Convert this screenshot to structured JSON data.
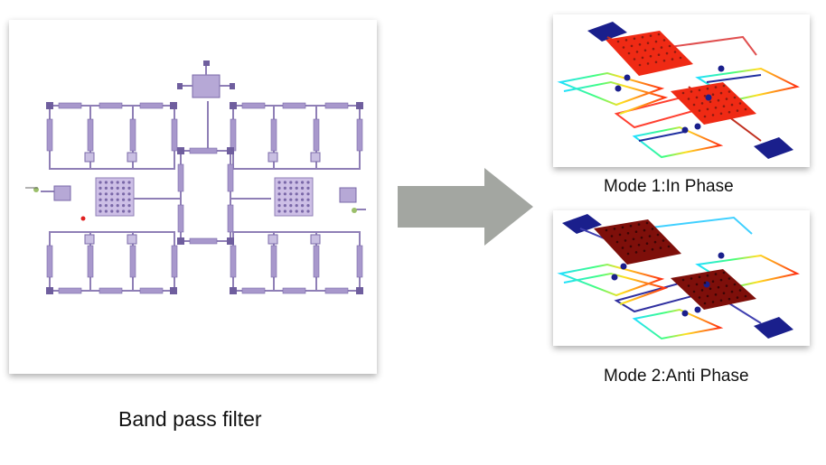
{
  "filter": {
    "caption": "Band pass filter"
  },
  "modes": [
    {
      "caption": "Mode 1:In Phase"
    },
    {
      "caption": "Mode 2:Anti Phase"
    }
  ],
  "colors": {
    "layout_purple": "#9b8cc0",
    "layout_pad": "#7a68a8",
    "arrow_gray": "#a3a6a1",
    "mode1_plate": "#ef2a14",
    "mode2_plate": "#7e0f0a",
    "anchor_blue": "#1a1f8c"
  }
}
